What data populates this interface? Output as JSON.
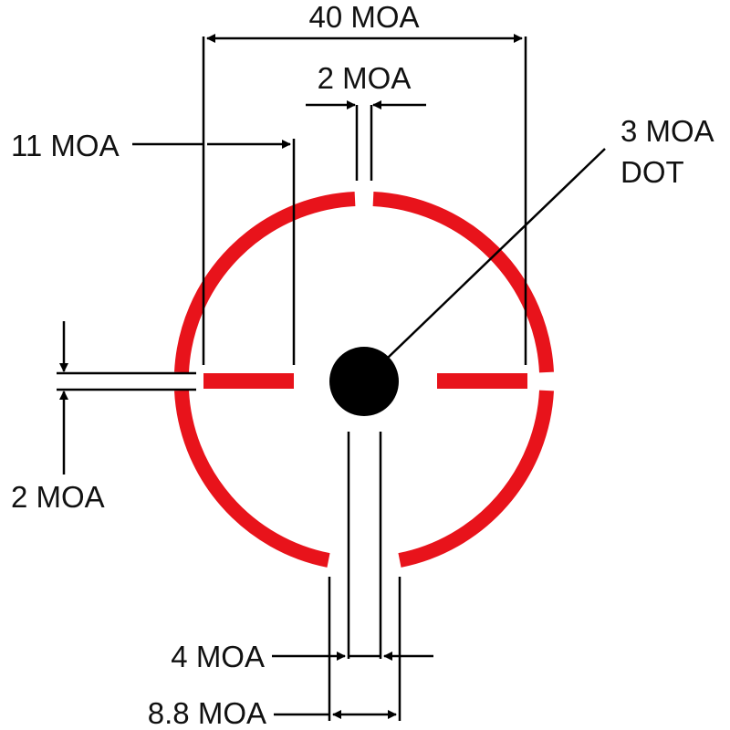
{
  "labels": {
    "overall_width": "40 MOA",
    "top_gap": "2 MOA",
    "stadia_length": "11 MOA",
    "dot_line1": "3 MOA",
    "dot_line2": "DOT",
    "side_gap": "2 MOA",
    "stem_width": "4 MOA",
    "bottom_gap": "8.8 MOA"
  },
  "colors": {
    "reticle": "#e8131b",
    "dot": "#000000",
    "dimension_line": "#000000"
  }
}
